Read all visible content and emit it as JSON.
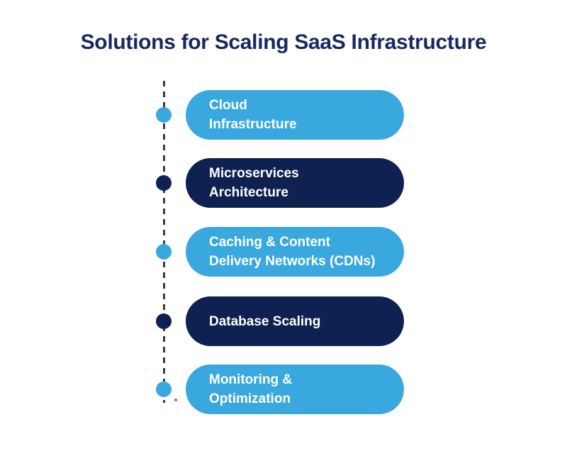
{
  "page": {
    "title": "Solutions for Scaling SaaS Infrastructure"
  },
  "colors": {
    "blue": "#39A8DF",
    "navy": "#0E2150",
    "title_text": "#16295F",
    "pill_text": "#FFFFFF",
    "timeline_line": "#3C3C3C",
    "stray_dot": "#C9509E"
  },
  "timeline": {
    "items": [
      {
        "label": "Cloud\nInfrastructure",
        "color": "blue"
      },
      {
        "label": "Microservices\nArchitecture",
        "color": "navy"
      },
      {
        "label": "Caching & Content\nDelivery Networks (CDNs)",
        "color": "blue"
      },
      {
        "label": "Database Scaling",
        "color": "navy"
      },
      {
        "label": "Monitoring &\nOptimization",
        "color": "blue"
      }
    ]
  }
}
